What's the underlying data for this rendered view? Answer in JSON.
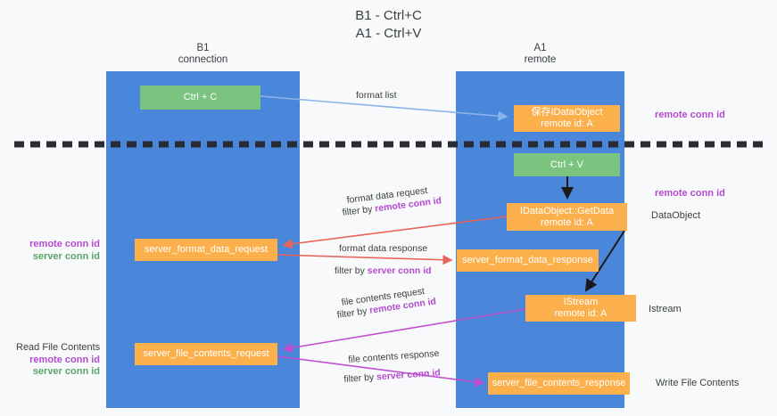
{
  "title": {
    "line1": "B1 - Ctrl+C",
    "line2": "A1 - Ctrl+V"
  },
  "columns": {
    "left": {
      "name": "B1",
      "role": "connection"
    },
    "right": {
      "name": "A1",
      "role": "remote"
    }
  },
  "nodes": {
    "ctrl_c": {
      "label": "Ctrl + C",
      "color": "#7ac47f"
    },
    "idataobject": {
      "line1": "保存IDataObject",
      "line2": "remote id: A",
      "color": "#fbb04c"
    },
    "ctrl_v": {
      "label": "Ctrl + V",
      "color": "#7ac47f"
    },
    "getdata": {
      "line1": "IDataObject::GetData",
      "line2": "remote id: A",
      "color": "#fbb04c"
    },
    "server_format_data_request": {
      "label": "server_format_data_request",
      "color": "#fbb04c"
    },
    "server_format_data_response": {
      "label": "server_format_data_response",
      "color": "#fbb04c"
    },
    "istream": {
      "line1": "IStream",
      "line2": "remote id: A",
      "color": "#fbb04c"
    },
    "server_file_contents_request": {
      "label": "server_file_contents_request",
      "color": "#fbb04c"
    },
    "server_file_contents_response": {
      "label": "server_file_contents_response",
      "color": "#fbb04c"
    }
  },
  "edge_labels": {
    "format_list": "format list",
    "format_data_request": "format data request",
    "filter_by_prefix": "filter by ",
    "remote_conn_id": "remote conn id",
    "server_conn_id": "server conn id",
    "format_data_response": "format data response",
    "file_contents_request": "file contents request",
    "file_contents_response": "file contents response"
  },
  "side_labels": {
    "right_remote_conn_id_top": "remote conn id",
    "right_remote_conn_id_mid": "remote conn id",
    "right_dataobject": "DataObject",
    "right_istream": "Istream",
    "right_write_file_contents": "Write File Contents",
    "left_read_file_contents": "Read File Contents",
    "left_remote_conn_id": "remote conn id",
    "left_server_conn_id": "server conn id"
  },
  "colors": {
    "column_blue": "#4a86d9",
    "node_green": "#7ac47f",
    "node_orange": "#fbb04c",
    "arrow_blue": "#8ab4e8",
    "arrow_red": "#e8645a",
    "arrow_purple": "#c04fd0",
    "arrow_black": "#1a1a1a",
    "accent_purple": "#b44ad0",
    "accent_green": "#5aa469",
    "divider_dark": "#2b2b35",
    "background": "#f8f9fa"
  }
}
